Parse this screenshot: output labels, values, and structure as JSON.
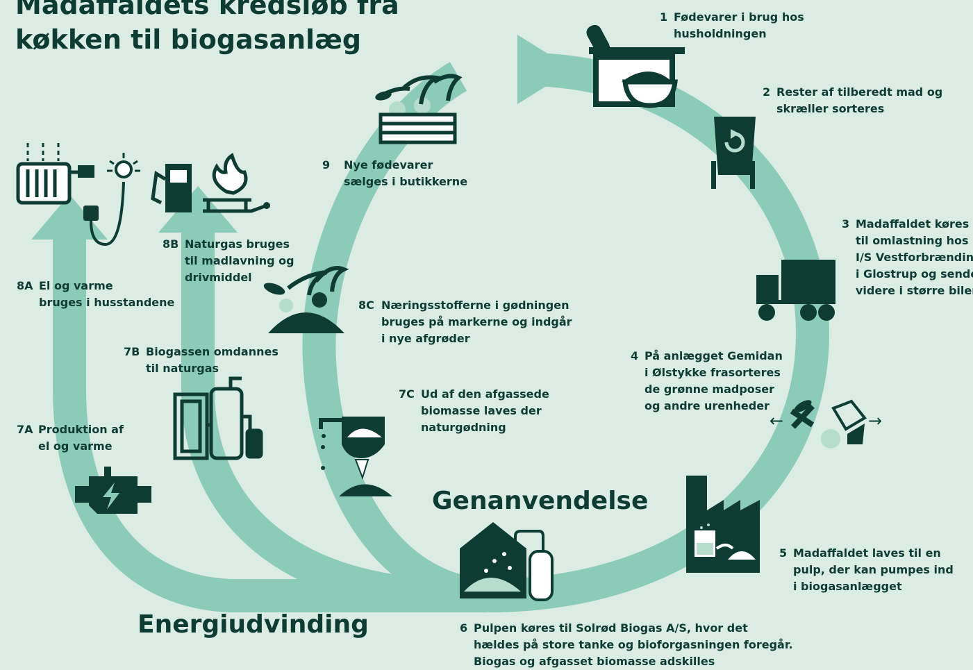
{
  "title": [
    "Madaffaldets kredsløb fra",
    "køkken til biogasanlæg"
  ],
  "labels": {
    "recycling": "Genanvendelse",
    "energy": "Energiudvinding"
  },
  "steps": {
    "s1": {
      "num": "1",
      "lines": [
        "Fødevarer i brug hos",
        "husholdningen"
      ]
    },
    "s2": {
      "num": "2",
      "lines": [
        "Rester af tilberedt mad og",
        "skræller sorteres"
      ]
    },
    "s3": {
      "num": "3",
      "lines": [
        "Madaffaldet køres",
        "til omlastning hos",
        "I/S Vestforbrænding",
        "i Glostrup og sendes",
        "videre i større biler"
      ]
    },
    "s4": {
      "num": "4",
      "lines": [
        "På anlægget Gemidan",
        "i Ølstykke frasorteres",
        "de grønne madposer",
        "og andre urenheder"
      ]
    },
    "s5": {
      "num": "5",
      "lines": [
        "Madaffaldet laves til en",
        "pulp, der kan pumpes ind",
        "i biogasanlægget"
      ]
    },
    "s6": {
      "num": "6",
      "lines": [
        "Pulpen køres til Solrød Biogas A/S, hvor det",
        "hældes på store tanke og bioforgasningen foregår.",
        "Biogas og afgasset biomasse adskilles"
      ]
    },
    "s7a": {
      "num": "7A",
      "lines": [
        "Produktion af",
        "el og varme"
      ]
    },
    "s7b": {
      "num": "7B",
      "lines": [
        "Biogassen omdannes",
        "til naturgas"
      ]
    },
    "s7c": {
      "num": "7C",
      "lines": [
        "Ud af den afgassede",
        "biomasse laves der",
        "naturgødning"
      ]
    },
    "s8a": {
      "num": "8A",
      "lines": [
        "El og varme",
        "bruges i husstandene"
      ]
    },
    "s8b": {
      "num": "8B",
      "lines": [
        "Naturgas bruges",
        "til madlavning og",
        "drivmiddel"
      ]
    },
    "s8c": {
      "num": "8C",
      "lines": [
        "Næringsstofferne i gødningen",
        "bruges på markerne og indgår",
        "i nye afgrøder"
      ]
    },
    "s9": {
      "num": "9",
      "lines": [
        "Nye fødevarer",
        "sælges i butikkerne"
      ]
    }
  },
  "icons": [
    "pot-icon",
    "waste-bin-icon",
    "truck-icon",
    "sorting-icon",
    "factory-icon",
    "biogas-plant-icon",
    "generator-icon",
    "upgrade-tanks-icon",
    "fertilizer-icon",
    "radiator-icon",
    "gas-pump-icon",
    "crops-icon",
    "crate-icon"
  ],
  "colors": {
    "background": "#dbece5",
    "arrow": "#8ccbb7",
    "ink": "#0e3c33",
    "light": "#b6dccd"
  }
}
